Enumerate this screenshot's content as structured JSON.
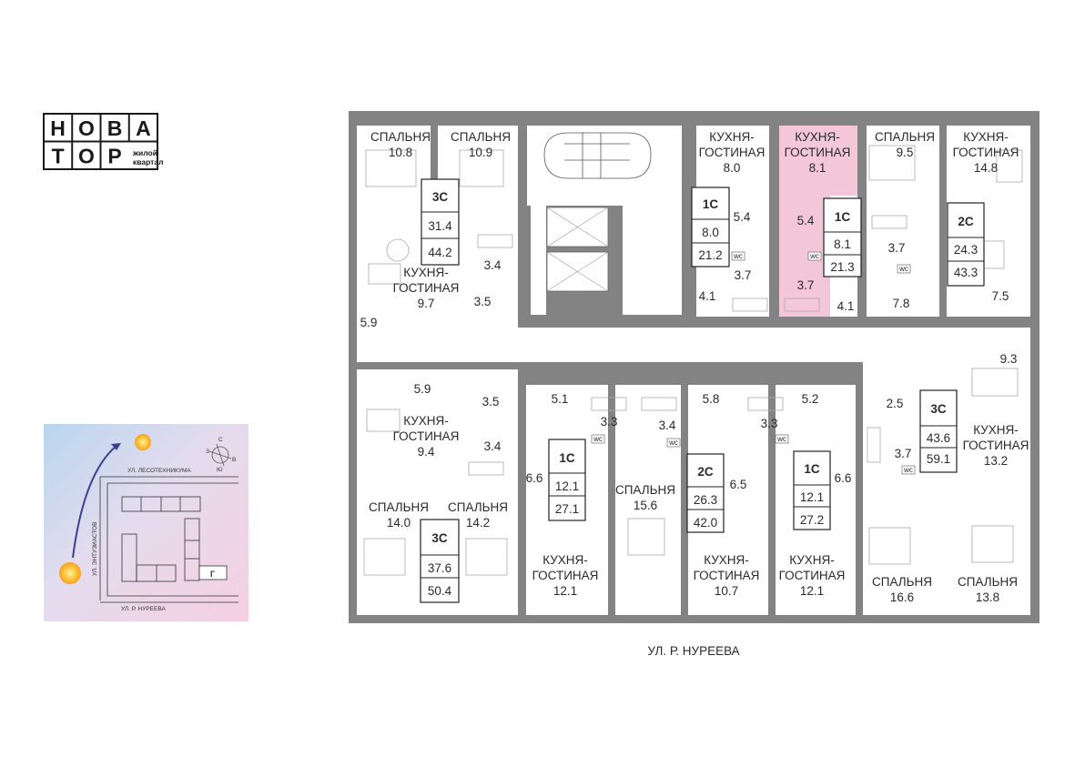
{
  "brand": {
    "logo_row1": [
      "Н",
      "О",
      "В",
      "А"
    ],
    "logo_row2": [
      "Т",
      "О",
      "Р"
    ],
    "tagline_1": "жилой",
    "tagline_2": "квартал"
  },
  "site_map": {
    "street_top": "УЛ. ЛЕСОТЕХНИКУМА",
    "street_left": "УЛ. ЭНТУЗИАСТОВ",
    "street_bottom": "УЛ. Р. НУРЕЕВА",
    "building_letter": "Г",
    "compass": [
      "З",
      "С",
      "В",
      "Ю"
    ]
  },
  "street_below_plan": "УЛ. Р. НУРЕЕВА",
  "highlight_color": "#f3c6d8",
  "apartments": [
    {
      "id": "a1",
      "type": "3С",
      "living": "31.4",
      "total": "44.2"
    },
    {
      "id": "a2",
      "type": "1С",
      "living": "8.0",
      "total": "21.2"
    },
    {
      "id": "a3",
      "type": "1С",
      "living": "8.1",
      "total": "21.3",
      "highlighted": true
    },
    {
      "id": "a4",
      "type": "2С",
      "living": "24.3",
      "total": "43.3"
    },
    {
      "id": "a5",
      "type": "3С",
      "living": "43.6",
      "total": "59.1"
    },
    {
      "id": "a6",
      "type": "1С",
      "living": "12.1",
      "total": "27.2"
    },
    {
      "id": "a7",
      "type": "2С",
      "living": "26.3",
      "total": "42.0"
    },
    {
      "id": "a8",
      "type": "1С",
      "living": "12.1",
      "total": "27.1"
    },
    {
      "id": "a9",
      "type": "3С",
      "living": "37.6",
      "total": "50.4"
    }
  ],
  "rooms": {
    "r1": "СПАЛЬНЯ",
    "r1v": "10.8",
    "r2": "СПАЛЬНЯ",
    "r2v": "10.9",
    "r3": "КУХНЯ-",
    "r3b": "ГОСТИНАЯ",
    "r3v": "8.0",
    "r4": "КУХНЯ-",
    "r4b": "ГОСТИНАЯ",
    "r4v": "8.1",
    "r5": "СПАЛЬНЯ",
    "r5v": "9.5",
    "r6": "КУХНЯ-",
    "r6b": "ГОСТИНАЯ",
    "r6v": "14.8",
    "r7": "КУХНЯ-",
    "r7b": "ГОСТИНАЯ",
    "r7v": "9.7",
    "r8": "КУХНЯ-",
    "r8b": "ГОСТИНАЯ",
    "r8v": "9.4",
    "r9": "СПАЛЬНЯ",
    "r9v": "14.0",
    "r10": "СПАЛЬНЯ",
    "r10v": "14.2",
    "r11": "КУХНЯ-",
    "r11b": "ГОСТИНАЯ",
    "r11v": "12.1",
    "r12": "СПАЛЬНЯ",
    "r12v": "15.6",
    "r13": "КУХНЯ-",
    "r13b": "ГОСТИНАЯ",
    "r13v": "10.7",
    "r14": "КУХНЯ-",
    "r14b": "ГОСТИНАЯ",
    "r14v": "12.1",
    "r15": "СПАЛЬНЯ",
    "r15v": "16.6",
    "r16": "СПАЛЬНЯ",
    "r16v": "13.8",
    "r17": "КУХНЯ-",
    "r17b": "ГОСТИНАЯ",
    "r17v": "13.2"
  },
  "areas": {
    "b1": "3.4",
    "b2": "3.5",
    "b3": "5.9",
    "b4": "5.4",
    "b5": "3.7",
    "b6": "4.1",
    "b7": "5.4",
    "b8": "3.7",
    "b9": "4.1",
    "b10": "3.7",
    "b11": "7.8",
    "b12": "7.5",
    "b13": "5.9",
    "b14": "3.5",
    "b15": "3.4",
    "b16": "5.1",
    "b17": "3.3",
    "b18": "3.4",
    "b19": "5.8",
    "b20": "3.3",
    "b21": "5.2",
    "b22": "2.5",
    "b23": "9.3",
    "b24": "3.7",
    "b25": "6.6",
    "b26": "6.5",
    "b27": "6.6"
  },
  "wc_label": "wc"
}
